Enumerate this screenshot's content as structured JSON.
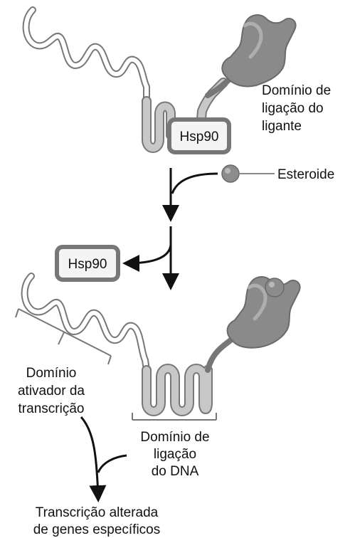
{
  "diagram": {
    "top": {
      "hsp90_label": "Hsp90",
      "ligand_domain_label": [
        "Domínio de",
        "ligação do",
        "ligante"
      ]
    },
    "steroid_label": "Esteroide",
    "released_hsp90_label": "Hsp90",
    "bottom": {
      "activator_domain_label": [
        "Domínio",
        "ativador da",
        "transcrição"
      ],
      "dna_domain_label": [
        "Domínio de",
        "ligação",
        "do DNA"
      ]
    },
    "result_label": [
      "Transcrição alterada",
      "de genes específicos"
    ],
    "colors": {
      "protein_fill": "#c8c8c8",
      "protein_outline": "#777777",
      "receptor_head": "#8a8a8a",
      "hsp90_fill": "#f4f4f4",
      "hsp90_border": "#777777",
      "arrow": "#111111",
      "steroid": "#8c8c8c"
    }
  }
}
